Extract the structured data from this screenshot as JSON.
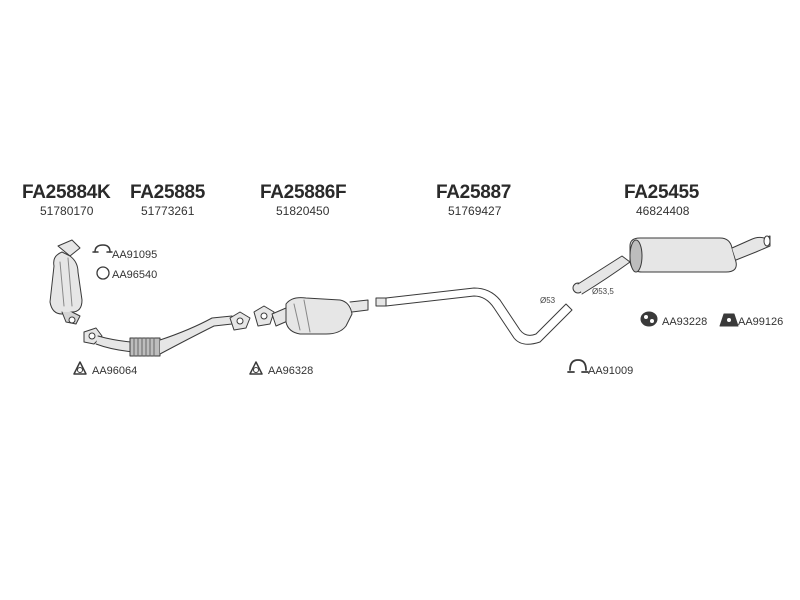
{
  "parts": [
    {
      "code": "FA25884K",
      "number": "51780170",
      "icon": "catalytic-converter-icon"
    },
    {
      "code": "FA25885",
      "number": "51773261",
      "icon": "front-pipe-icon"
    },
    {
      "code": "FA25886F",
      "number": "51820450",
      "icon": "catalytic-converter-icon"
    },
    {
      "code": "FA25887",
      "number": "51769427",
      "icon": "middle-pipe-icon"
    },
    {
      "code": "FA25455",
      "number": "46824408",
      "icon": "rear-silencer-icon"
    }
  ],
  "accessories": [
    {
      "code": "AA91095",
      "icon": "clamp-icon"
    },
    {
      "code": "AA96540",
      "icon": "ring-gasket-icon"
    },
    {
      "code": "AA96064",
      "icon": "flange-gasket-icon"
    },
    {
      "code": "AA96328",
      "icon": "flange-gasket-icon"
    },
    {
      "code": "AA91009",
      "icon": "clamp-icon"
    },
    {
      "code": "AA93228",
      "icon": "rubber-mount-icon"
    },
    {
      "code": "AA99126",
      "icon": "rubber-mount-icon"
    }
  ],
  "dimensions": {
    "pipe_d53": "Ø53",
    "pipe_d53_5": "Ø53,5"
  },
  "colors": {
    "line": "#3a3a3a",
    "fill_light": "#e6e6e6",
    "fill_mid": "#bdbdbd"
  }
}
